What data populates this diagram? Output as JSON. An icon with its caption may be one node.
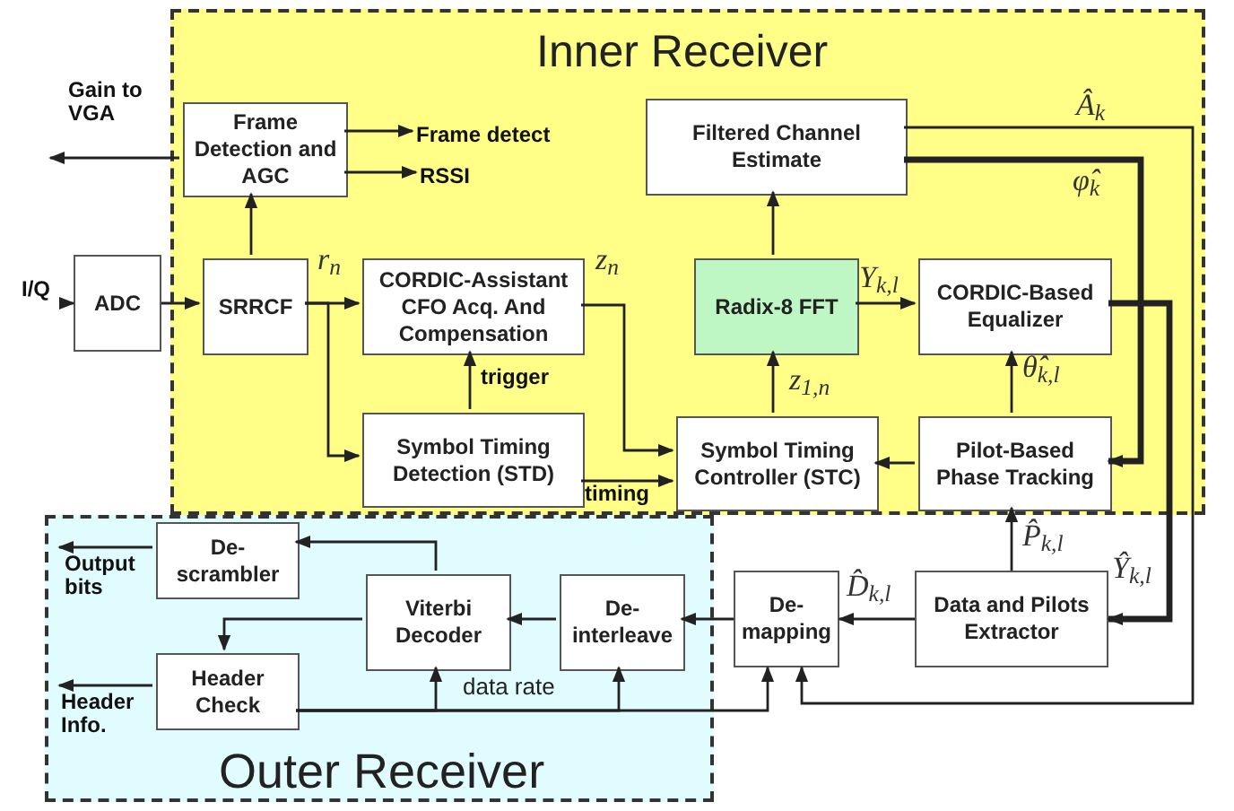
{
  "diagram": {
    "nodes": [
      {
        "text": [
          "Inner Receiver"
        ]
      },
      {
        "text": [
          "Frame Detection and AGC"
        ],
        "in": 0
      },
      {
        "text": [
          "Frame detect"
        ],
        "in": 0
      },
      {
        "text": [
          "RSSI"
        ],
        "in": 0
      },
      {
        "text": [
          "Filtered Channel Estimate"
        ],
        "in": 0
      },
      {
        "text": [
          "SRRCF"
        ],
        "in": 0
      },
      {
        "text": [
          "CORDIC-Assistant CFO Acq. And Compensation"
        ],
        "in": 0
      },
      {
        "text": [
          "Radix-8 FFT"
        ],
        "in": 0
      },
      {
        "text": [
          "CORDIC-Based Equalizer"
        ],
        "in": 0
      },
      {
        "text": [
          "Symbol Timing Detection (STD)"
        ],
        "in": 0
      },
      {
        "text": [
          "Symbol Timing Controller (STC)"
        ],
        "in": 0
      },
      {
        "text": [
          "Pilot-Based Phase Tracking"
        ],
        "in": 0
      },
      {
        "text": [
          "I/Q"
        ]
      },
      {
        "text": [
          "ADC"
        ]
      },
      {
        "text": [
          "Outer Receiver"
        ]
      },
      {
        "text": [
          "De- scrambler"
        ],
        "in": 14
      },
      {
        "text": [
          "Viterbi Decoder"
        ],
        "in": 14
      },
      {
        "text": [
          "De- interleave"
        ],
        "in": 14
      },
      {
        "text": [
          "Header Check"
        ],
        "in": 14
      },
      {
        "text": [
          "De- mapping"
        ]
      },
      {
        "text": [
          "Data and Pilots Extractor"
        ]
      }
    ],
    "edges": [
      {
        "from": 12,
        "to": 13,
        "arrow": "to"
      },
      {
        "from": 13,
        "to": 5,
        "arrow": "to"
      },
      {
        "from": 5,
        "to": 1,
        "arrow": "to"
      },
      {
        "from": 1,
        "to": null,
        "arrow": "to",
        "label": "Gain to VGA"
      },
      {
        "from": 1,
        "to": 2,
        "arrow": "to"
      },
      {
        "from": 1,
        "to": 3,
        "arrow": "to"
      },
      {
        "from": 5,
        "to": 6,
        "arrow": "to",
        "label": "r$_{n}$"
      },
      {
        "from": 5,
        "to": 9,
        "arrow": "to"
      },
      {
        "from": 9,
        "to": 6,
        "arrow": "to",
        "label": "trigger"
      },
      {
        "from": 6,
        "to": 10,
        "arrow": "to",
        "label": "z$_{n}$"
      },
      {
        "from": 9,
        "to": 10,
        "arrow": "to",
        "label": "timing"
      },
      {
        "from": 10,
        "to": 7,
        "arrow": "to",
        "label": "z$_{1,n}$"
      },
      {
        "from": 7,
        "to": 4,
        "arrow": "to"
      },
      {
        "from": 7,
        "to": 8,
        "arrow": "to",
        "label": "Y$_{k,l}$"
      },
      {
        "from": 11,
        "to": 8,
        "arrow": "to",
        "label": "θ̂$_{k,l}$"
      },
      {
        "from": 4,
        "to": 11,
        "arrow": "to",
        "label": "φ̂$_{k}$",
        "style": "thick"
      },
      {
        "from": 11,
        "to": 10,
        "arrow": "to"
      },
      {
        "from": 8,
        "to": 20,
        "arrow": "to",
        "label": "Ŷ$_{k,l}$",
        "style": "thick"
      },
      {
        "from": 20,
        "to": 11,
        "arrow": "to",
        "label": "P̂$_{k,l}$"
      },
      {
        "from": 20,
        "to": 19,
        "arrow": "to",
        "label": "D̂$_{k,l}$"
      },
      {
        "from": 4,
        "to": 19,
        "arrow": "to",
        "label": "Â$_{k}$"
      },
      {
        "from": 19,
        "to": 17,
        "arrow": "to"
      },
      {
        "from": 17,
        "to": 16,
        "arrow": "to"
      },
      {
        "from": 16,
        "to": 15,
        "arrow": "to"
      },
      {
        "from": 16,
        "to": 18,
        "arrow": "to"
      },
      {
        "from": 18,
        "to": 16,
        "arrow": "to",
        "label": "data rate"
      },
      {
        "from": 18,
        "to": 17,
        "arrow": "to"
      },
      {
        "from": 18,
        "to": 19,
        "arrow": "to"
      },
      {
        "from": 15,
        "to": null,
        "arrow": "to",
        "label": "Output bits"
      },
      {
        "from": 18,
        "to": null,
        "arrow": "to",
        "label": "Header Info."
      }
    ]
  }
}
